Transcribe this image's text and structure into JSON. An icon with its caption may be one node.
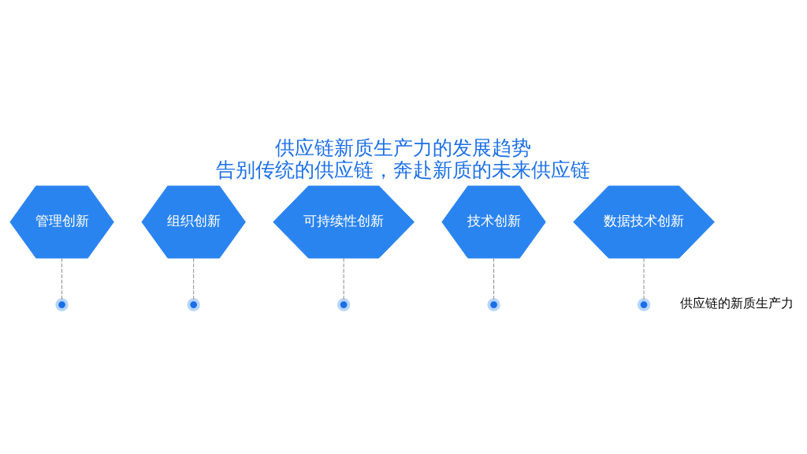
{
  "diagram": {
    "title": "供应链新质生产力的发展趋势",
    "caption": "告别传统的供应链，奔赴新质的未来供应链",
    "nodes": [
      {
        "text": [
          "管理创新"
        ]
      },
      {
        "text": [
          "组织创新"
        ]
      },
      {
        "text": [
          "可持续性创新"
        ]
      },
      {
        "text": [
          "技术创新"
        ]
      },
      {
        "text": [
          "数据技术创新"
        ]
      },
      {
        "text": [],
        "shape": "circle"
      },
      {
        "text": [],
        "shape": "circle"
      },
      {
        "text": [],
        "shape": "circle"
      },
      {
        "text": [],
        "shape": "circle"
      },
      {
        "text": [],
        "shape": "circle"
      }
    ],
    "edges": [
      {
        "from": 0,
        "to": 5,
        "arrow": "none",
        "style": "dashed"
      },
      {
        "from": 1,
        "to": 6,
        "arrow": "none",
        "style": "dashed"
      },
      {
        "from": 2,
        "to": 7,
        "arrow": "none",
        "style": "dashed"
      },
      {
        "from": 3,
        "to": 8,
        "arrow": "none",
        "style": "dashed"
      },
      {
        "from": 4,
        "to": 9,
        "arrow": "none",
        "style": "dashed"
      }
    ],
    "labels": [
      "供应链的新质生产力"
    ]
  }
}
